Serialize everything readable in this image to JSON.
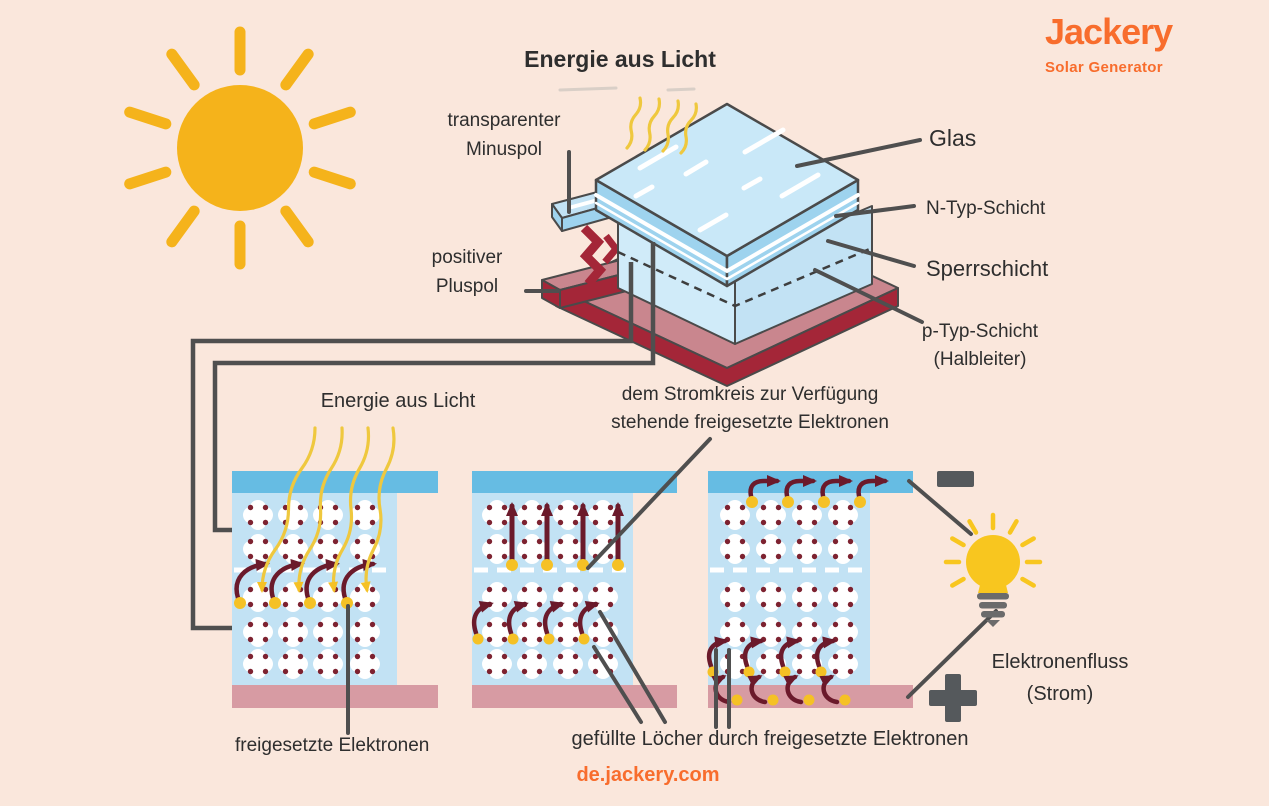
{
  "brand": {
    "name": "Jackery",
    "tagline": "Solar Generator"
  },
  "colors": {
    "background": "#FAE7DC",
    "brand_orange": "#F86D2D",
    "text": "#2E2E2E",
    "sun": "#F5B31B",
    "ray_yellow": "#EFC83E",
    "electron_yellow": "#F5C125",
    "strip_blue": "#66BCE3",
    "body_blue": "#C2E2F4",
    "body_blue_light": "#D0EBF9",
    "glass_top": "#C9E8F8",
    "glass_side": "#9ED3EE",
    "pink_strip": "#D79BA3",
    "base_mauve": "#C9868E",
    "base_red": "#A42638",
    "arrow_maroon": "#6B1A2B",
    "atom_dot": "#7D2230",
    "wire": "#4F4F4F",
    "terminal": "#55595C",
    "bulb_yellow": "#F8C61F",
    "bulb_base": "#6B6B6B",
    "outline": "#4A4A4A"
  },
  "top_diagram": {
    "title": "Energie aus Licht",
    "labels": {
      "minus_pole": [
        "transparenter",
        "Minuspol"
      ],
      "plus_pole": [
        "positiver",
        "Pluspol"
      ],
      "glass": "Glas",
      "n_layer": "N-Typ-Schicht",
      "barrier": "Sperrschicht",
      "p_layer": [
        "p-Typ-Schicht",
        "(Halbleiter)"
      ]
    }
  },
  "bottom_diagram": {
    "title": "Energie aus Licht",
    "note": [
      "dem Stromkreis zur Verfügung",
      "stehende freigesetzte Elektronen"
    ],
    "released_label": "freigesetzte Elektronen",
    "holes_label": "gefüllte Löcher durch freigesetzte Elektronen",
    "flow_label": [
      "Elektronenfluss",
      "(Strom)"
    ],
    "icons": {
      "sun": "sun-icon",
      "light_rays": "light-ray-icon",
      "bulb": "light-bulb-icon",
      "minus": "minus-terminal-icon",
      "plus": "plus-terminal-icon",
      "electron": "electron-dot-icon",
      "atom": "atom-icon"
    }
  },
  "footer": {
    "url": "de.jackery.com"
  }
}
